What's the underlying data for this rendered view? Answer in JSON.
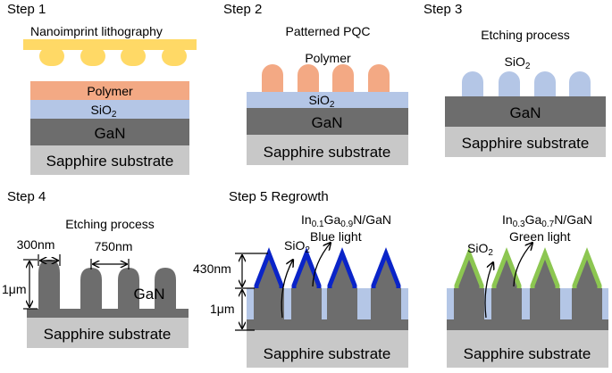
{
  "steps": {
    "s1": {
      "title": "Step 1",
      "caption": "Nanoimprint lithography",
      "layer_polymer": "Polymer",
      "layer_sio2": "SiO",
      "layer_sio2_sub": "2",
      "layer_gan": "GaN",
      "substrate": "Sapphire substrate"
    },
    "s2": {
      "title": "Step 2",
      "caption": "Patterned PQC",
      "polymer": "Polymer",
      "layer_sio2": "SiO",
      "layer_sio2_sub": "2",
      "layer_gan": "GaN",
      "substrate": "Sapphire substrate"
    },
    "s3": {
      "title": "Step 3",
      "caption": "Etching process",
      "sio2": "SiO",
      "sio2_sub": "2",
      "layer_gan": "GaN",
      "substrate": "Sapphire substrate"
    },
    "s4": {
      "title": "Step 4",
      "caption": "Etching process",
      "dim_width": "300nm",
      "dim_period": "750nm",
      "dim_height": "1μm",
      "gan": "GaN",
      "substrate": "Sapphire substrate"
    },
    "s5": {
      "title": "Step 5  Regrowth",
      "blue": {
        "comp_a": "In",
        "comp_a_sub": "0.1",
        "comp_b": "Ga",
        "comp_b_sub": "0.9",
        "comp_c": "N/GaN",
        "light": "Blue light",
        "sio2": "SiO",
        "sio2_sub": "2",
        "dim_top": "430nm",
        "dim_bottom": "1μm",
        "substrate": "Sapphire substrate"
      },
      "green": {
        "comp_a": "In",
        "comp_a_sub": "0.3",
        "comp_b": "Ga",
        "comp_b_sub": "0.7",
        "comp_c": "N/GaN",
        "light": "Green light",
        "sio2": "SiO",
        "sio2_sub": "2",
        "substrate": "Sapphire substrate"
      }
    }
  },
  "colors": {
    "gan": "#6d6d6d",
    "substrate": "#c8c8c8",
    "sio2": "#b4c6e6",
    "polymer": "#f3a984",
    "mold": "#ffd966",
    "blue_shell": "#0a24c8",
    "green_shell": "#8cc651"
  }
}
